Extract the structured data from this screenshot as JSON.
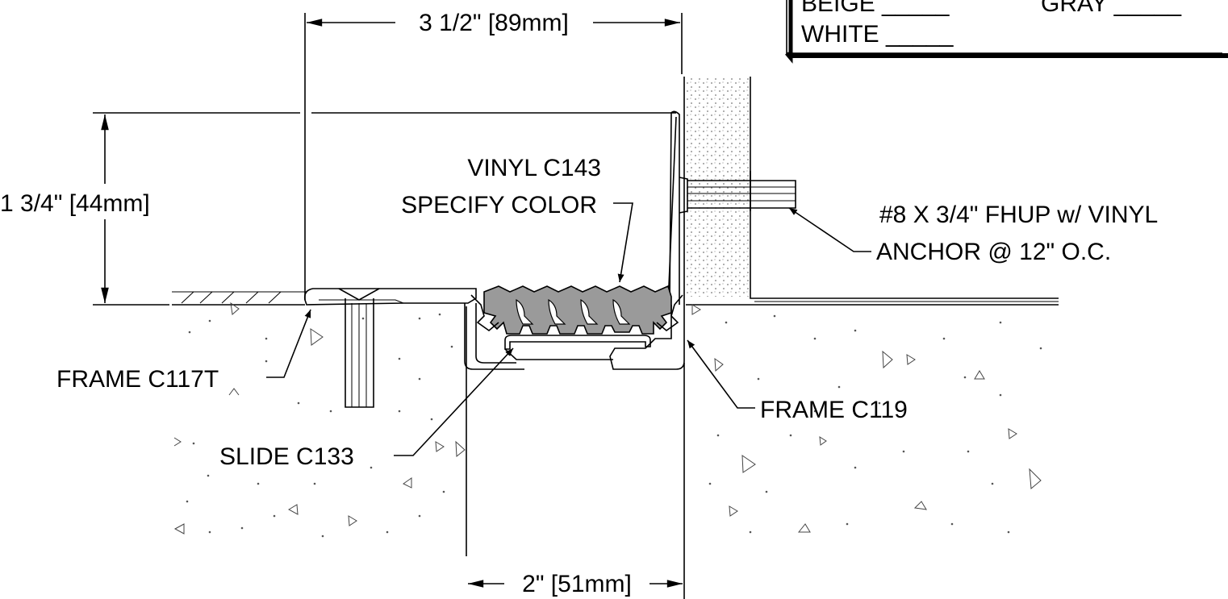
{
  "colors": {
    "ink": "#000000",
    "vinyl_fill": "#9a9a9a",
    "background": "#ffffff"
  },
  "legend": {
    "row1_left": "BEIGE _____",
    "row1_right": "GRAY _____",
    "row2_left": "WHITE _____"
  },
  "dimensions": {
    "top_width": "3 1/2\" [89mm]",
    "height": "1 3/4\" [44mm]",
    "bottom_width": "2\" [51mm]"
  },
  "callouts": {
    "vinyl_line1": "VINYL C143",
    "vinyl_line2": "SPECIFY COLOR",
    "screw_line1": "#8 X 3/4\" FHUP w/ VINYL",
    "screw_line2": "ANCHOR @ 12\" O.C.",
    "frame_left": "FRAME C117T",
    "slide": "SLIDE C133",
    "frame_right": "FRAME C119"
  }
}
